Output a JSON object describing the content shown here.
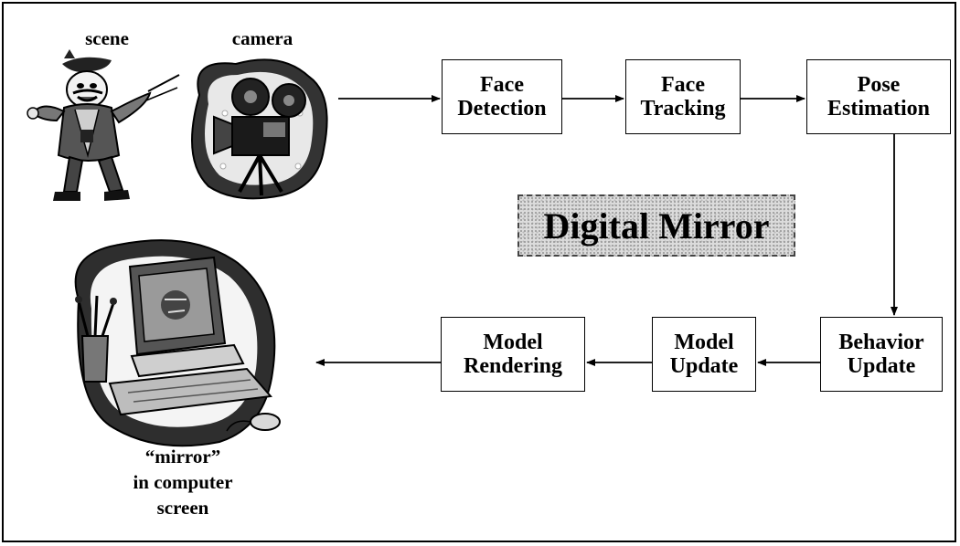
{
  "diagram": {
    "labels": {
      "scene": "scene",
      "camera": "camera",
      "mirror_caption_1": "“mirror”",
      "mirror_caption_2": "in computer",
      "mirror_caption_3": "screen",
      "title": "Digital Mirror"
    },
    "nodes": {
      "face_detection": [
        "Face",
        "Detection"
      ],
      "face_tracking": [
        "Face",
        "Tracking"
      ],
      "pose_estimation": [
        "Pose",
        "Estimation"
      ],
      "behavior_update": [
        "Behavior",
        "Update"
      ],
      "model_update": [
        "Model",
        "Update"
      ],
      "model_rendering": [
        "Model",
        "Rendering"
      ]
    },
    "icons": [
      "scene-figure-icon",
      "movie-camera-icon",
      "computer-icon",
      "arrow-icon"
    ]
  }
}
